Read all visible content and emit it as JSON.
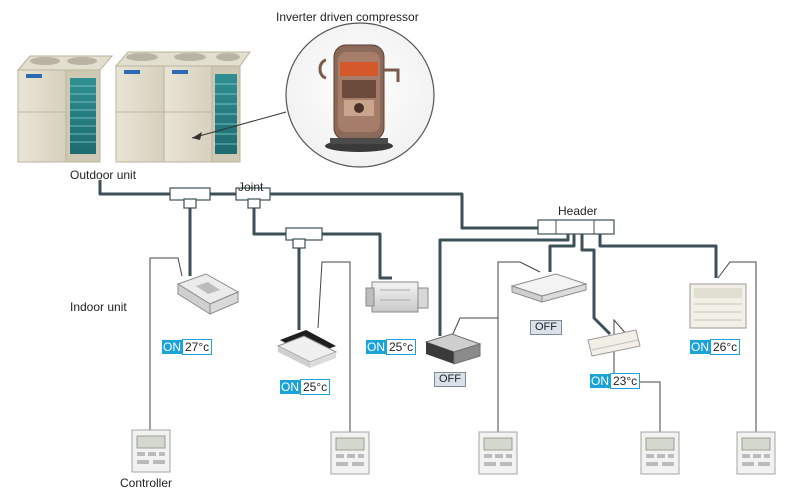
{
  "labels": {
    "compressor": "Inverter driven compressor",
    "outdoor": "Outdoor unit",
    "joint": "Joint",
    "header": "Header",
    "indoor": "Indoor unit",
    "controller": "Controller"
  },
  "indoor_units": [
    {
      "type": "ceiling-cassette",
      "state": "ON",
      "temp": "27°c"
    },
    {
      "type": "slim-cassette",
      "state": "ON",
      "temp": "25°c"
    },
    {
      "type": "concealed-duct",
      "state": "ON",
      "temp": "25°c"
    },
    {
      "type": "low-static-duct",
      "state": "OFF"
    },
    {
      "type": "ceiling-suspended",
      "state": "OFF"
    },
    {
      "type": "wall-mounted",
      "state": "ON",
      "temp": "23°c"
    },
    {
      "type": "floor-standing",
      "state": "ON",
      "temp": "26°c"
    }
  ],
  "colors": {
    "pipe": "#3d4f57",
    "on_badge": "#1aa3d9",
    "off_badge": "#d9e2ea"
  }
}
